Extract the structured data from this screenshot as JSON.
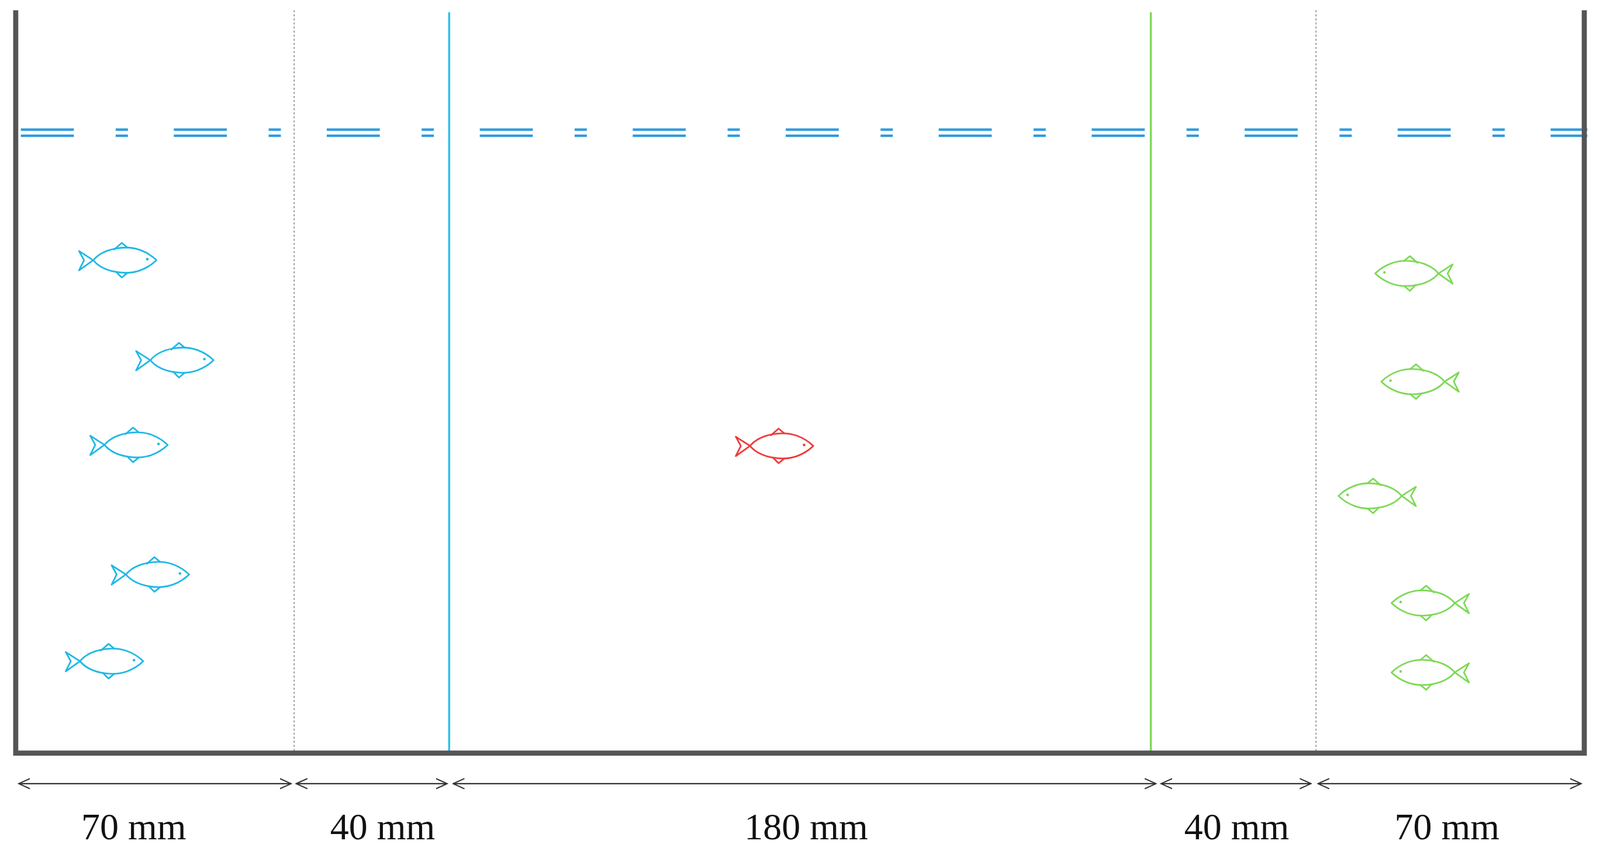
{
  "diagram": {
    "labels": [
      "70 mm",
      "40 mm",
      "180 mm",
      "40 mm",
      "70 mm"
    ]
  }
}
